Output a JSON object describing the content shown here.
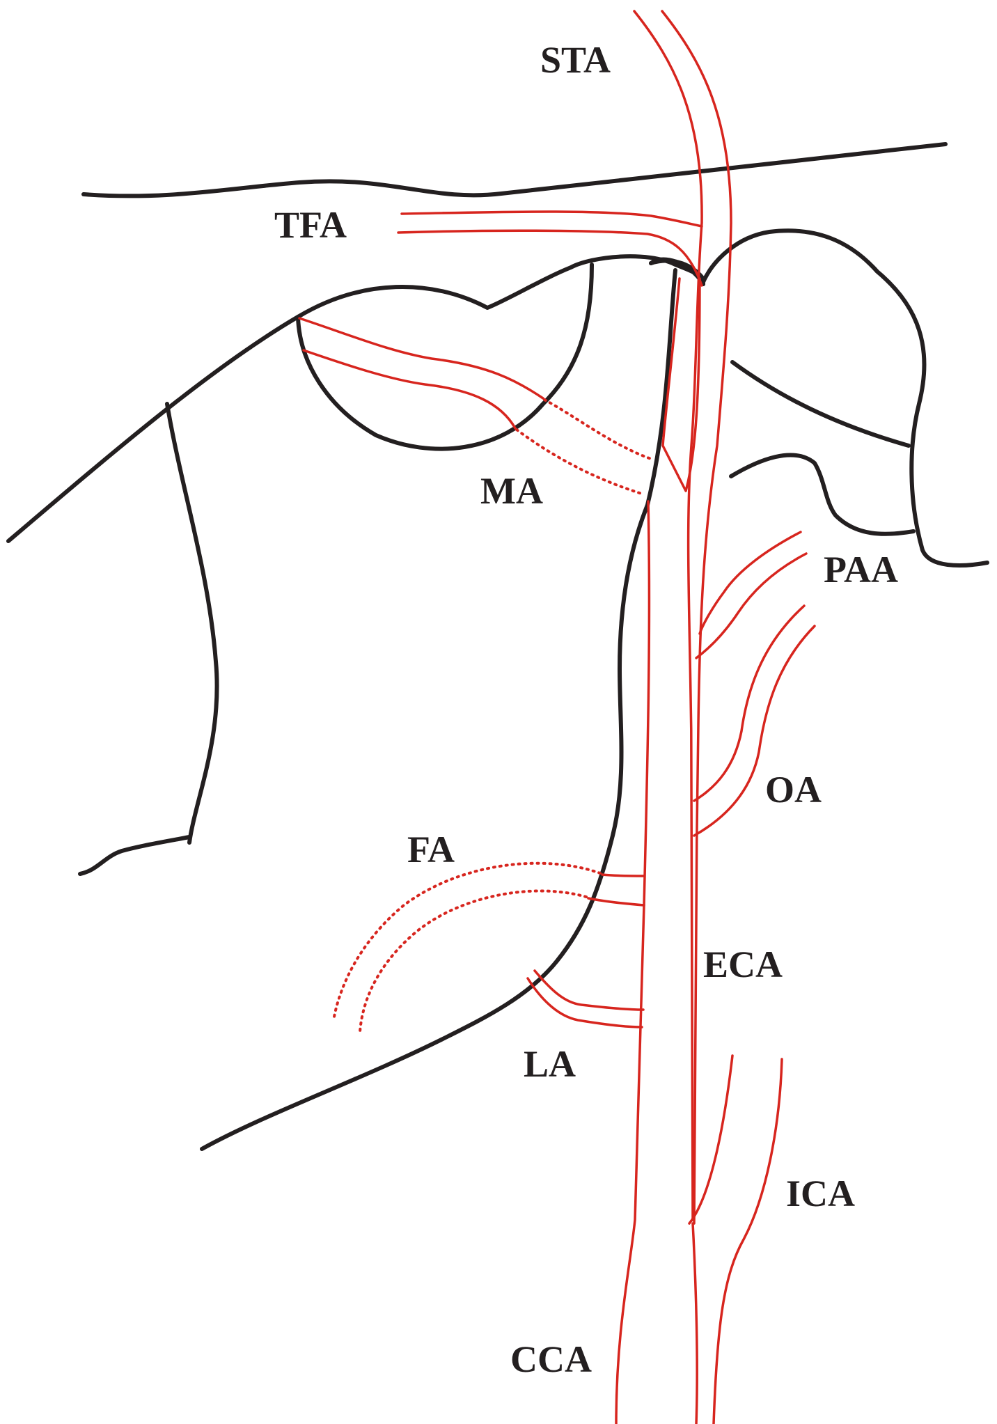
{
  "labels": {
    "sta": "STA",
    "tfa": "TFA",
    "ma": "MA",
    "paa": "PAA",
    "oa": "OA",
    "fa": "FA",
    "eca": "ECA",
    "la": "LA",
    "ica": "ICA",
    "cca": "CCA"
  },
  "colors": {
    "artery": "#d7251e",
    "outline": "#231f20",
    "background": "#ffffff"
  }
}
